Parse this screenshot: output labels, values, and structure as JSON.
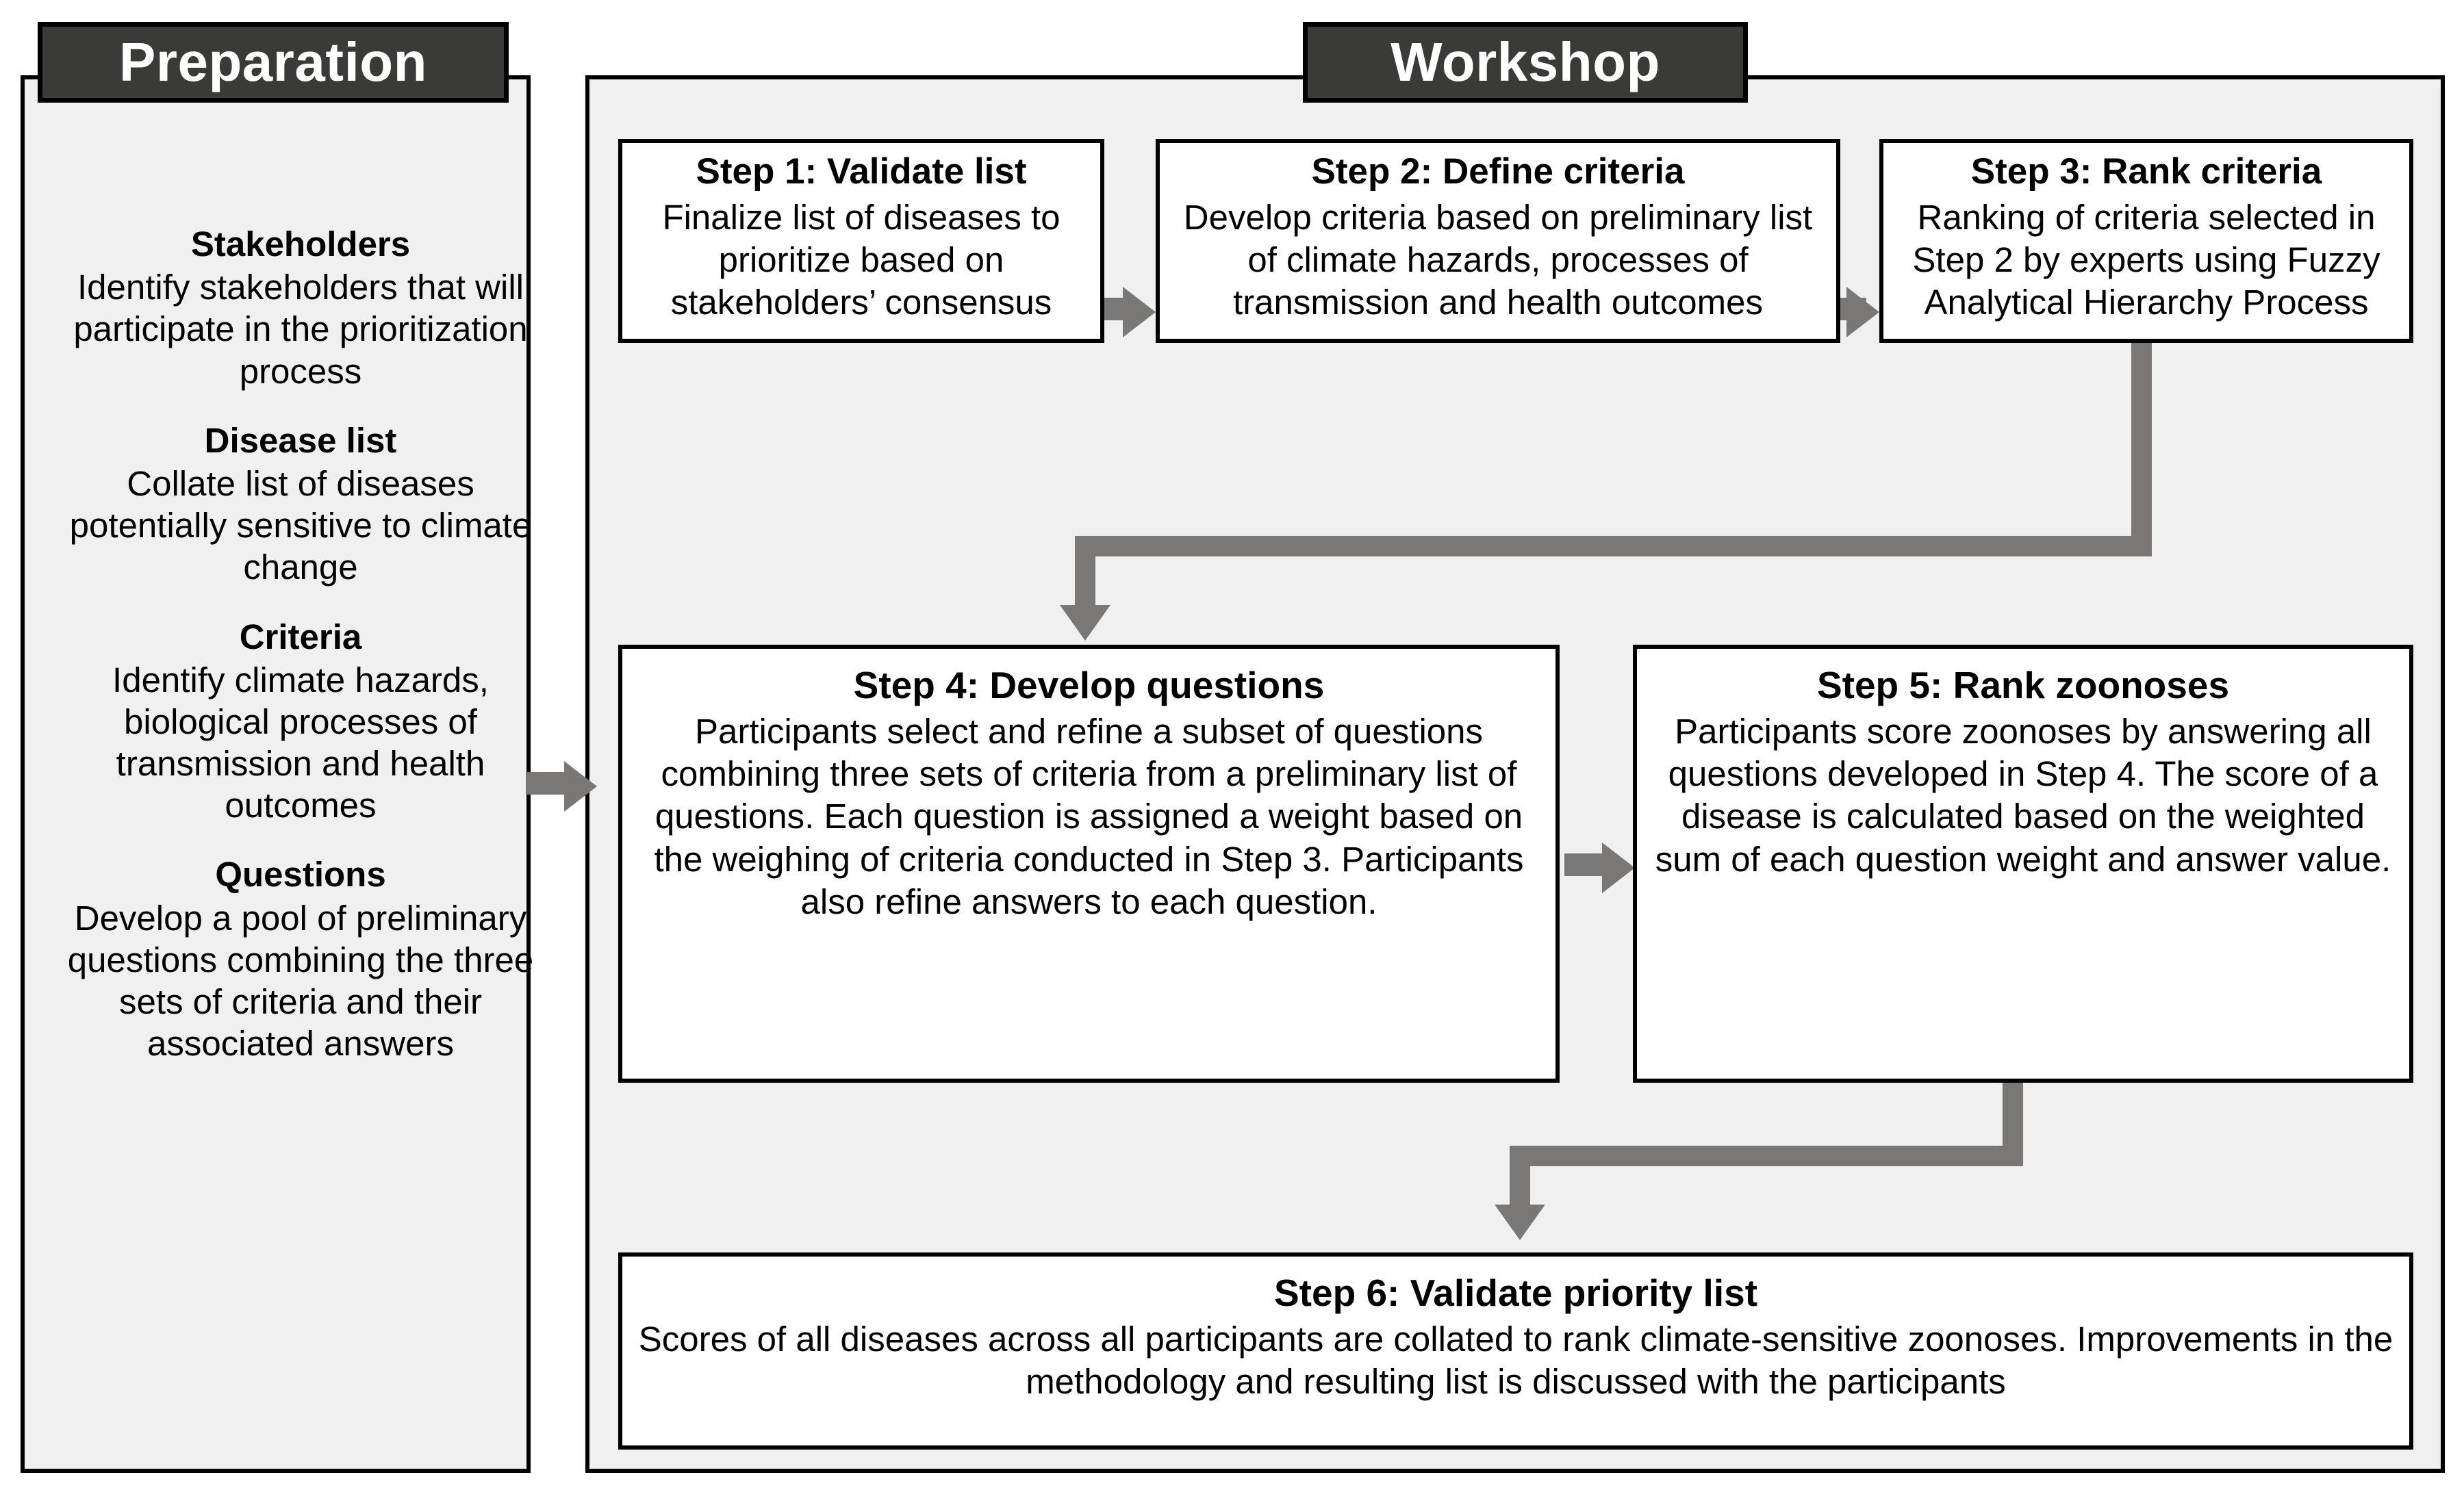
{
  "diagram": {
    "title": "Prioritization methodology flow diagram",
    "colors": {
      "banner_background": "#3a3a38",
      "banner_text": "#ffffff",
      "panel_background": "#f0f0f0",
      "panel_border": "#000000",
      "box_background": "#ffffff",
      "box_border": "#000000",
      "connector": "#7a7876"
    }
  },
  "preparation": {
    "banner_label": "Preparation",
    "blocks": [
      {
        "title": "Stakeholders",
        "text": "Identify stakeholders that will participate in the prioritization process"
      },
      {
        "title": "Disease list",
        "text": "Collate list of diseases potentially sensitive to climate change"
      },
      {
        "title": "Criteria",
        "text": "Identify climate hazards, biological processes of transmission and health outcomes"
      },
      {
        "title": "Questions",
        "text": "Develop a pool of preliminary questions combining the three sets of criteria and their associated answers"
      }
    ]
  },
  "workshop": {
    "banner_label": "Workshop",
    "steps": [
      {
        "title": "Step 1: Validate list",
        "text": "Finalize list of diseases to prioritize based on stakeholders’ consensus"
      },
      {
        "title": "Step 2: Define criteria",
        "text": "Develop criteria based on preliminary list of climate hazards, processes of transmission and health outcomes"
      },
      {
        "title": "Step 3: Rank criteria",
        "text": "Ranking of criteria selected in Step 2 by experts using Fuzzy Analytical Hierarchy Process"
      },
      {
        "title": "Step 4: Develop questions",
        "text": "Participants select and refine a subset of questions combining three sets of criteria from a preliminary list of questions. Each question is assigned a weight based on the weighing of criteria conducted in Step 3. Participants also refine answers to each question."
      },
      {
        "title": "Step 5: Rank zoonoses",
        "text": "Participants score zoonoses by answering all questions developed in Step 4. The score of a disease is calculated based on the weighted sum of each question weight and answer value."
      },
      {
        "title": "Step 6: Validate priority list",
        "text": "Scores of all diseases across all participants are collated to rank climate-sensitive zoonoses. Improvements in the methodology and resulting list is discussed with the participants"
      }
    ]
  },
  "connectors": [
    {
      "from": "Preparation",
      "to": "Workshop",
      "shape": "straight-right"
    },
    {
      "from": "Step 1",
      "to": "Step 2",
      "shape": "straight-right"
    },
    {
      "from": "Step 2",
      "to": "Step 3",
      "shape": "straight-right"
    },
    {
      "from": "Step 3",
      "to": "Step 4",
      "shape": "elbow-down-left-down"
    },
    {
      "from": "Step 4",
      "to": "Step 5",
      "shape": "straight-right"
    },
    {
      "from": "Step 5",
      "to": "Step 6",
      "shape": "elbow-down-left-down"
    }
  ]
}
